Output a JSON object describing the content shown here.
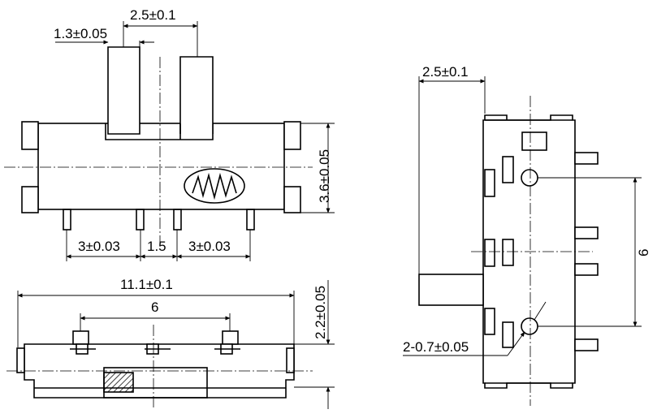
{
  "dimensions": {
    "top_pin_spacing": "2.5±0.1",
    "actuator_width": "1.3±0.05",
    "body_height": "3.6±0.05",
    "pin_pitch_left": "3±0.03",
    "pin_pitch_mid": "1.5",
    "pin_pitch_right": "3±0.03",
    "overall_length": "11.1±0.1",
    "outer_pin_spacing": "6",
    "overall_height": "2.2±0.05",
    "side_offset": "2.5±0.1",
    "hole_spacing": "6",
    "hole_diameter": "2-0.7±0.05"
  },
  "colors": {
    "line": "#000000",
    "background": "#ffffff"
  }
}
